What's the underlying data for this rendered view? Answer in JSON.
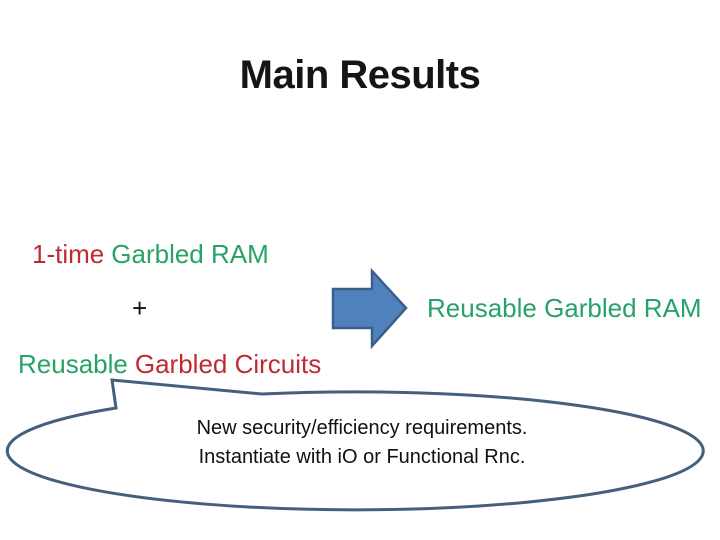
{
  "slide": {
    "title": "Main Results",
    "equation": {
      "term1": {
        "part_red": "1-time",
        "part_green": "Garbled RAM"
      },
      "plus_sign": "+",
      "term2": {
        "part_green": "Reusable",
        "part_red": "Garbled Circuits"
      },
      "result": "Reusable Garbled RAM"
    },
    "callout": {
      "line1": "New security/efficiency requirements.",
      "line2": "Instantiate with iO or Functional Rnc."
    },
    "icons": {
      "arrow": "right-block-arrow-icon"
    },
    "colors": {
      "emphasis_red": "#c02b31",
      "emphasis_green": "#27a268",
      "arrow_fill": "#4f81bd",
      "arrow_border": "#3a5f8a",
      "callout_border": "#44607c",
      "title_text": "#151515",
      "body_text": "#111111",
      "background": "#ffffff"
    }
  }
}
